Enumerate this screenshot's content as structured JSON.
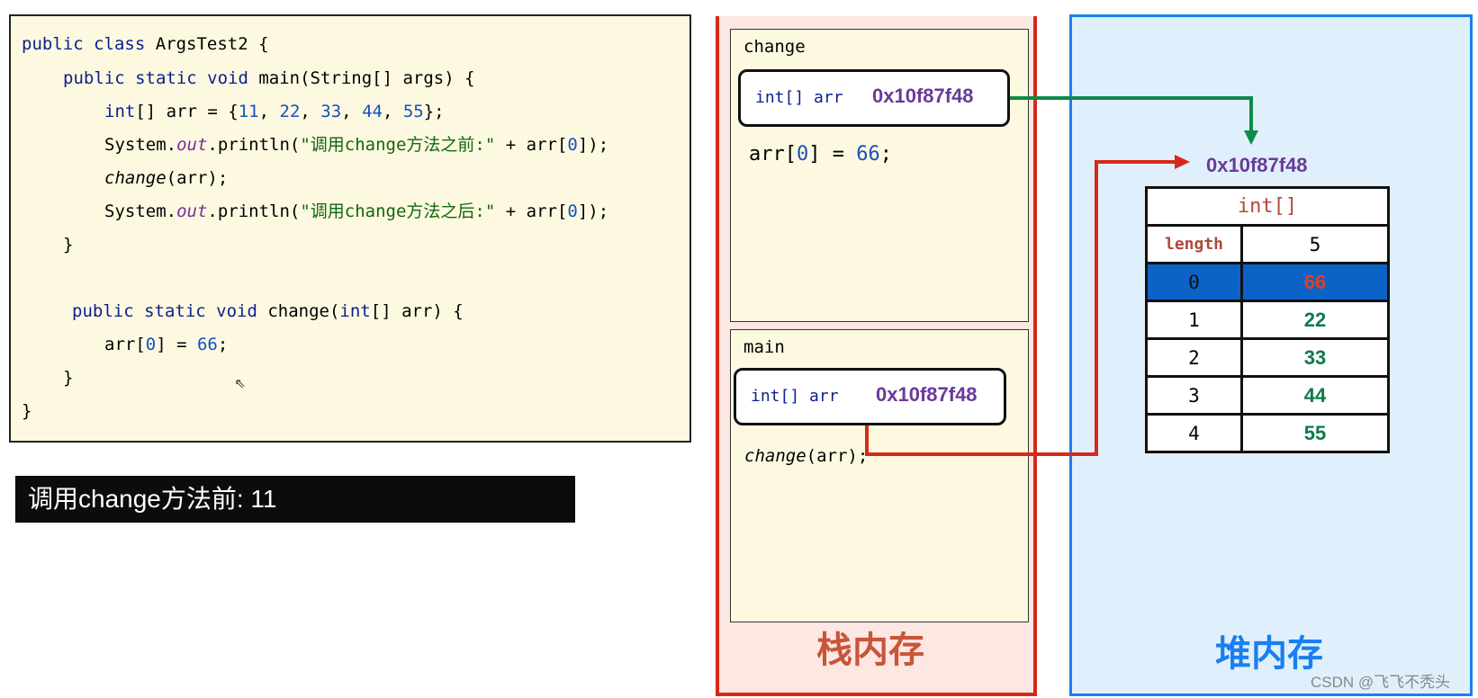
{
  "code": {
    "l1": {
      "kw": "public class",
      "rest": " ArgsTest2 {"
    },
    "l2": {
      "kw": "public static void",
      "rest": " main(String[] args) {"
    },
    "l3": {
      "kw": "int",
      "a": "[] arr = {",
      "n1": "11",
      "s1": ", ",
      "n2": "22",
      "s2": ", ",
      "n3": "33",
      "s3": ", ",
      "n4": "44",
      "s4": ", ",
      "n5": "55",
      "end": "};"
    },
    "l4": {
      "obj": "System.",
      "field": "out",
      "call": ".println(",
      "str": "\"调用change方法之前:\"",
      "plus": " + arr[",
      "idx": "0",
      "end": "]);"
    },
    "l5": {
      "method": "change",
      "rest": "(arr);"
    },
    "l6": {
      "obj": "System.",
      "field": "out",
      "call": ".println(",
      "str": "\"调用change方法之后:\"",
      "plus": " + arr[",
      "idx": "0",
      "end": "]);"
    },
    "l7": "}",
    "l8": {
      "kw": "public static void",
      "rest": " change(",
      "kw2": "int",
      "rest2": "[] arr) {"
    },
    "l9": {
      "a": "arr[",
      "idx": "0",
      "b": "] = ",
      "val": "66",
      "end": ";"
    },
    "l10": "}",
    "l11": "}"
  },
  "console": {
    "text": "调用change方法前: 11"
  },
  "stack": {
    "title": "栈内存",
    "change_frame": {
      "title": "change",
      "ref_type": "int[] arr",
      "ref_addr": "0x10f87f48",
      "stmt": {
        "a": "arr[",
        "idx": "0",
        "b": "] = ",
        "val": "66",
        "end": ";"
      }
    },
    "main_frame": {
      "title": "main",
      "ref_type": "int[] arr",
      "ref_addr": "0x10f87f48",
      "stmt": {
        "method": "change",
        "rest": "(arr);"
      }
    }
  },
  "heap": {
    "title": "堆内存",
    "address": "0x10f87f48",
    "array": {
      "type": "int[]",
      "length_label": "length",
      "length": "5",
      "indices": [
        "0",
        "1",
        "2",
        "3",
        "4"
      ],
      "values": [
        "66",
        "22",
        "33",
        "44",
        "55"
      ],
      "highlighted_index": 0
    }
  },
  "colors": {
    "change_arrow": "#0e8a4a",
    "main_arrow": "#d42a1a",
    "stack_border": "#d42a1a",
    "heap_border": "#1a7ff0"
  },
  "watermark": "CSDN @飞飞不秃头"
}
